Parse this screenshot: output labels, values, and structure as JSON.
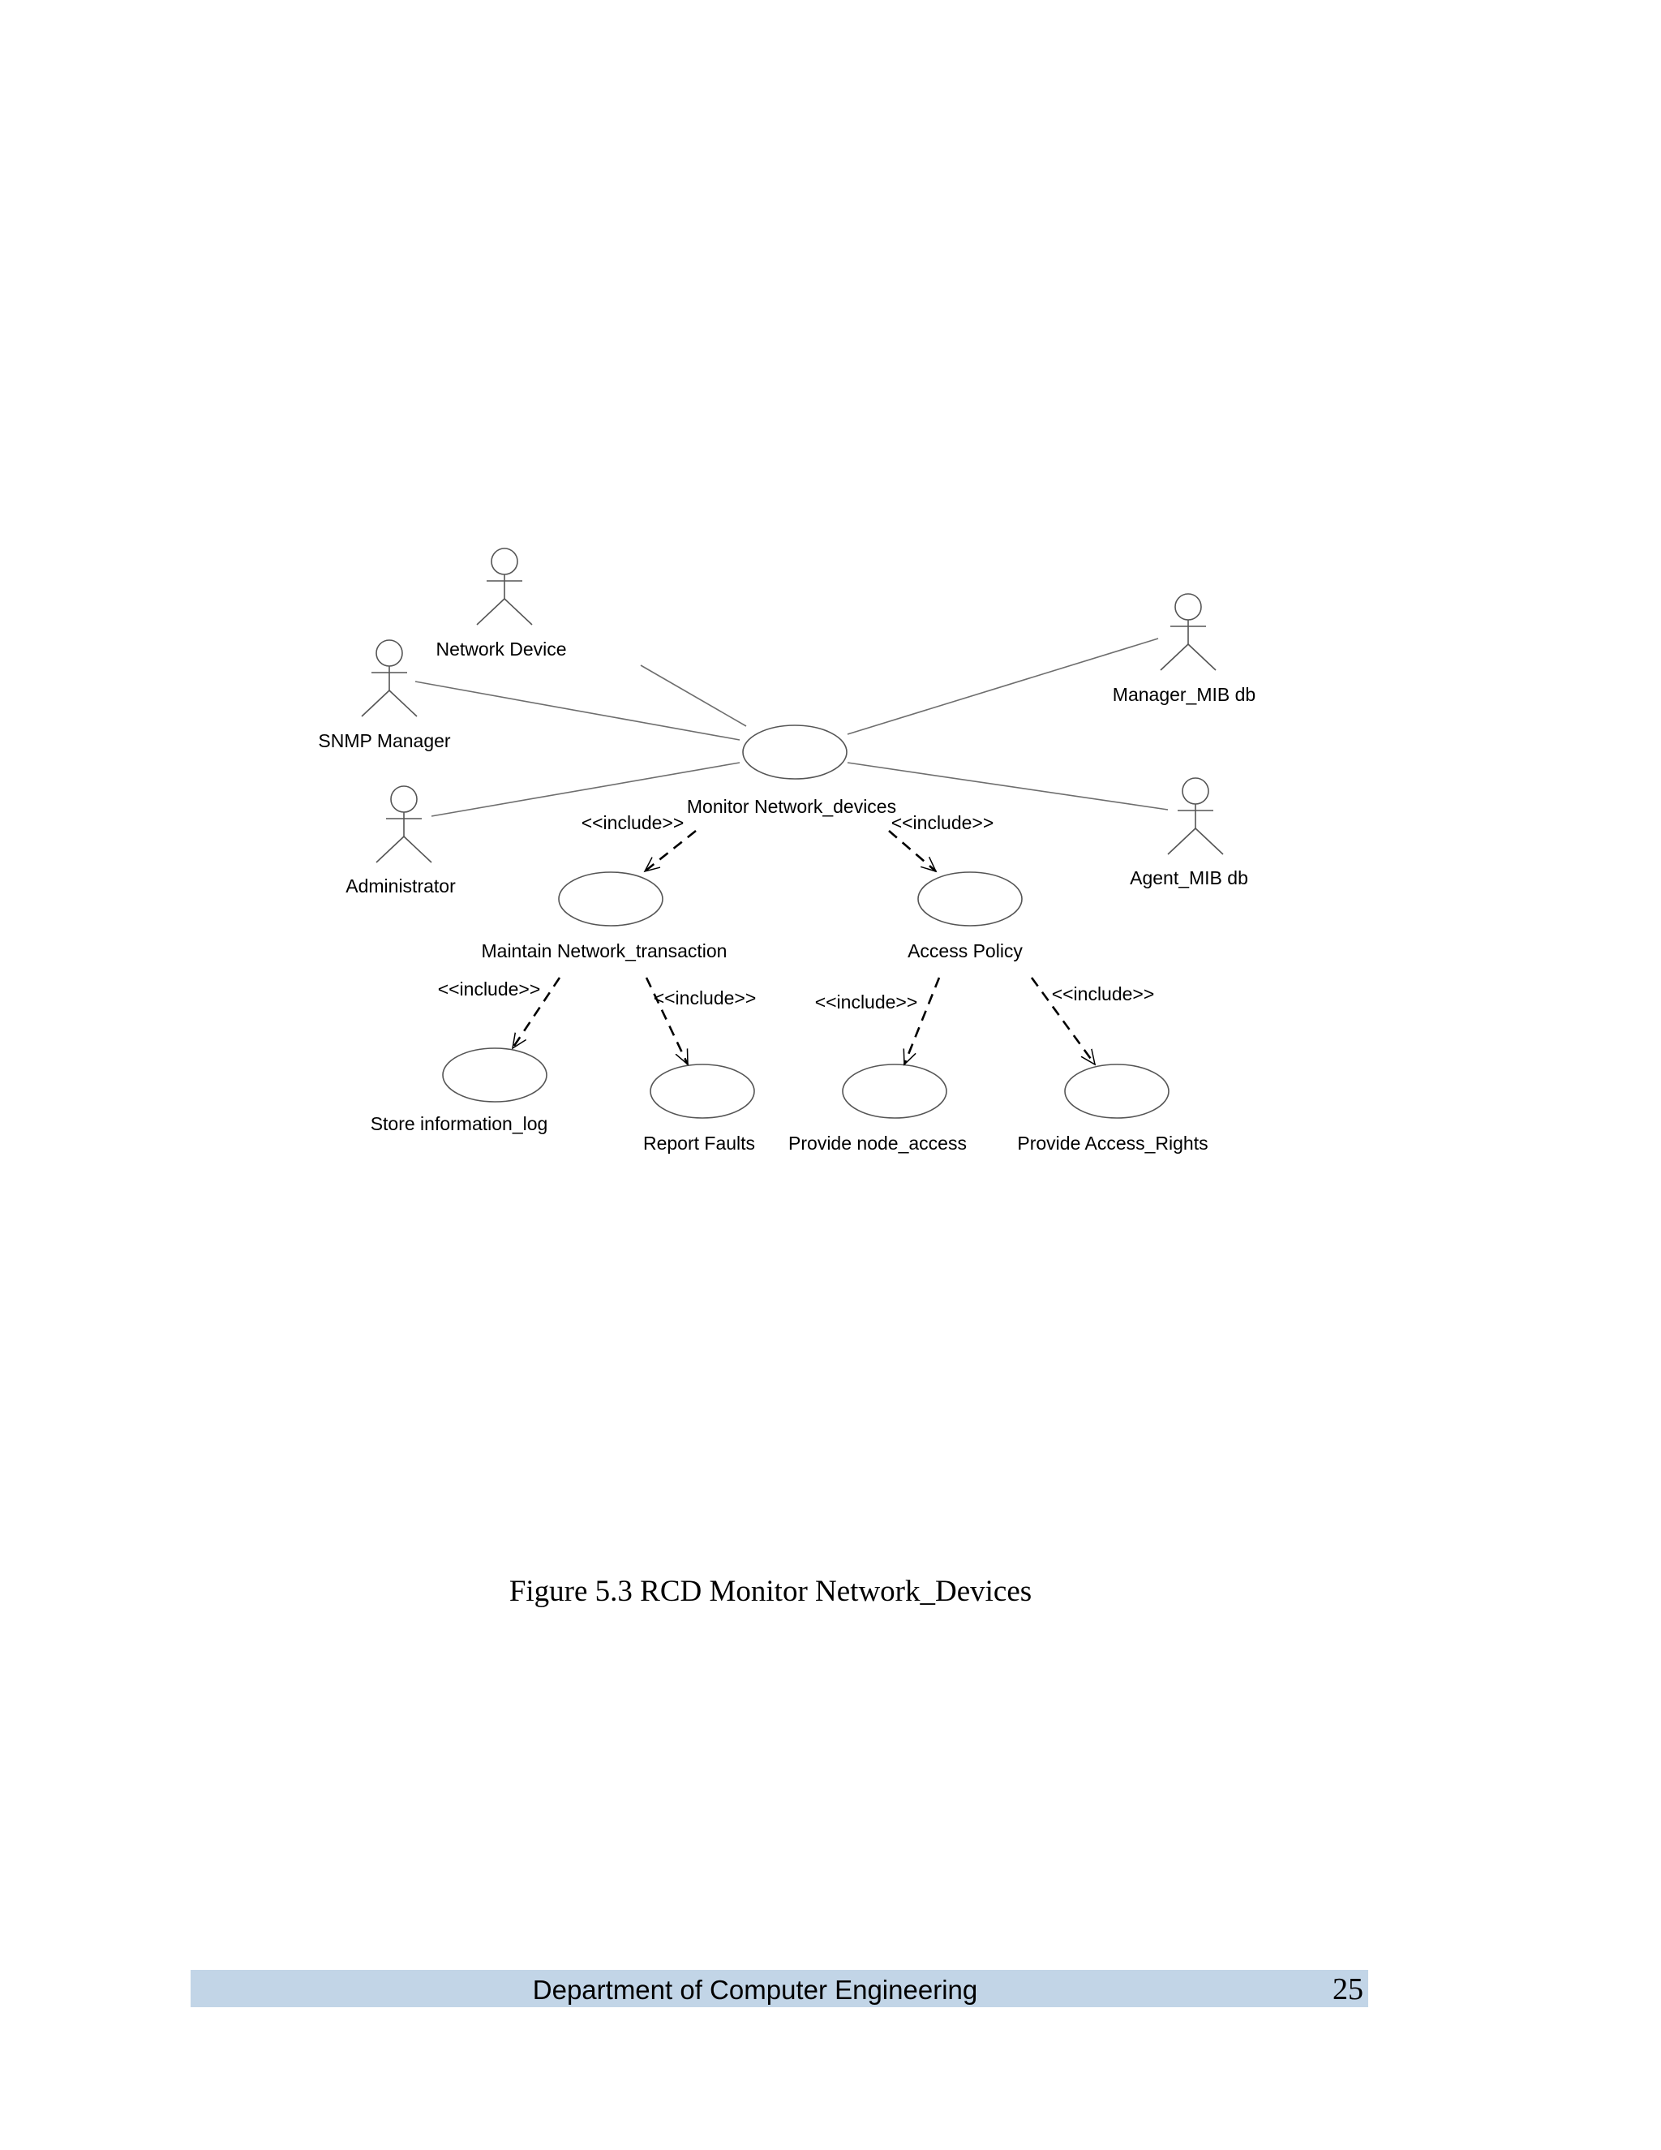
{
  "diagram": {
    "actors": [
      {
        "id": "network-device",
        "label": "Network Device"
      },
      {
        "id": "snmp-manager",
        "label": "SNMP Manager"
      },
      {
        "id": "administrator",
        "label": "Administrator"
      },
      {
        "id": "manager-mib-db",
        "label": "Manager_MIB db"
      },
      {
        "id": "agent-mib-db",
        "label": "Agent_MIB db"
      }
    ],
    "use_cases": [
      {
        "id": "monitor",
        "label": "Monitor Network_devices"
      },
      {
        "id": "maintain",
        "label": "Maintain Network_transaction"
      },
      {
        "id": "access-policy",
        "label": "Access Policy"
      },
      {
        "id": "store-log",
        "label": "Store information_log"
      },
      {
        "id": "report-faults",
        "label": "Report Faults"
      },
      {
        "id": "node-access",
        "label": "Provide node_access"
      },
      {
        "id": "access-rights",
        "label": "Provide Access_Rights"
      }
    ],
    "associations": [
      {
        "actor": "network-device",
        "use_case": "monitor"
      },
      {
        "actor": "snmp-manager",
        "use_case": "monitor"
      },
      {
        "actor": "administrator",
        "use_case": "monitor"
      },
      {
        "actor": "manager-mib-db",
        "use_case": "monitor"
      },
      {
        "actor": "agent-mib-db",
        "use_case": "monitor"
      }
    ],
    "includes": [
      {
        "from": "monitor",
        "to": "maintain",
        "label": "<<include>>"
      },
      {
        "from": "monitor",
        "to": "access-policy",
        "label": "<<include>>"
      },
      {
        "from": "maintain",
        "to": "store-log",
        "label": "<<include>>"
      },
      {
        "from": "maintain",
        "to": "report-faults",
        "label": "<<include>>"
      },
      {
        "from": "access-policy",
        "to": "node-access",
        "label": "<<include>>"
      },
      {
        "from": "access-policy",
        "to": "access-rights",
        "label": "<<include>>"
      }
    ]
  },
  "caption": "Figure 5.3 RCD Monitor Network_Devices",
  "footer": {
    "department": "Department of Computer Engineering",
    "page_number": "25"
  }
}
